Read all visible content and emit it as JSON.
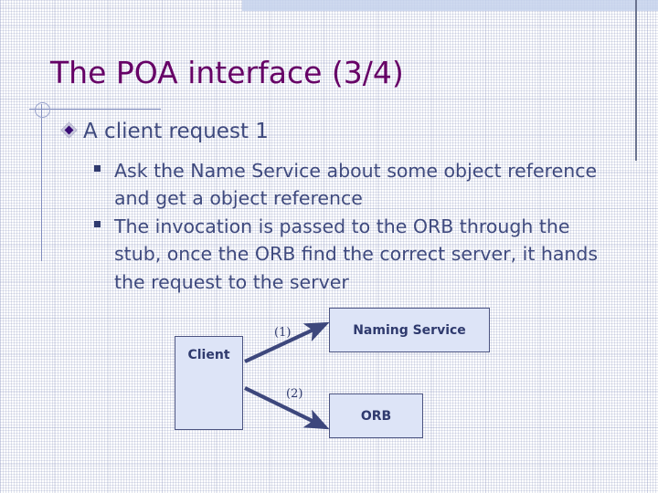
{
  "slide": {
    "title": "The POA interface (3/4)",
    "title_color": "#660066",
    "body_color": "#3f4a7e",
    "accent_band_color": "#c6d2ec",
    "rule_color": "#7f8bbd"
  },
  "bullets": {
    "level1": {
      "marker": "diamond-bullet-icon",
      "text": "A client request 1"
    },
    "level2": [
      {
        "marker": "square-bullet-icon",
        "text": "Ask the Name Service about some object reference and get a object reference"
      },
      {
        "marker": "square-bullet-icon",
        "text": "The invocation is passed to the ORB through the stub, once the ORB find the correct server, it hands the request to the server"
      }
    ]
  },
  "diagram": {
    "type": "flow",
    "box_fill": "#dde4f7",
    "box_stroke": "#4a5280",
    "arrow_color": "#3d477c",
    "nodes": [
      {
        "id": "client",
        "label": "Client"
      },
      {
        "id": "naming",
        "label": "Naming Service"
      },
      {
        "id": "orb",
        "label": "ORB"
      }
    ],
    "edges": [
      {
        "id": "edge-1",
        "label": "(1)",
        "from": "client",
        "to": "naming"
      },
      {
        "id": "edge-2",
        "label": "(2)",
        "from": "client",
        "to": "orb"
      }
    ]
  },
  "decorations": {
    "circle": "circle-outline-decoration",
    "horizontal_rule": "horizontal-rule-decoration",
    "vertical_rule": "vertical-rule-decoration",
    "right_vertical_rule": "right-vertical-rule-decoration",
    "top_band": "top-accent-band"
  }
}
